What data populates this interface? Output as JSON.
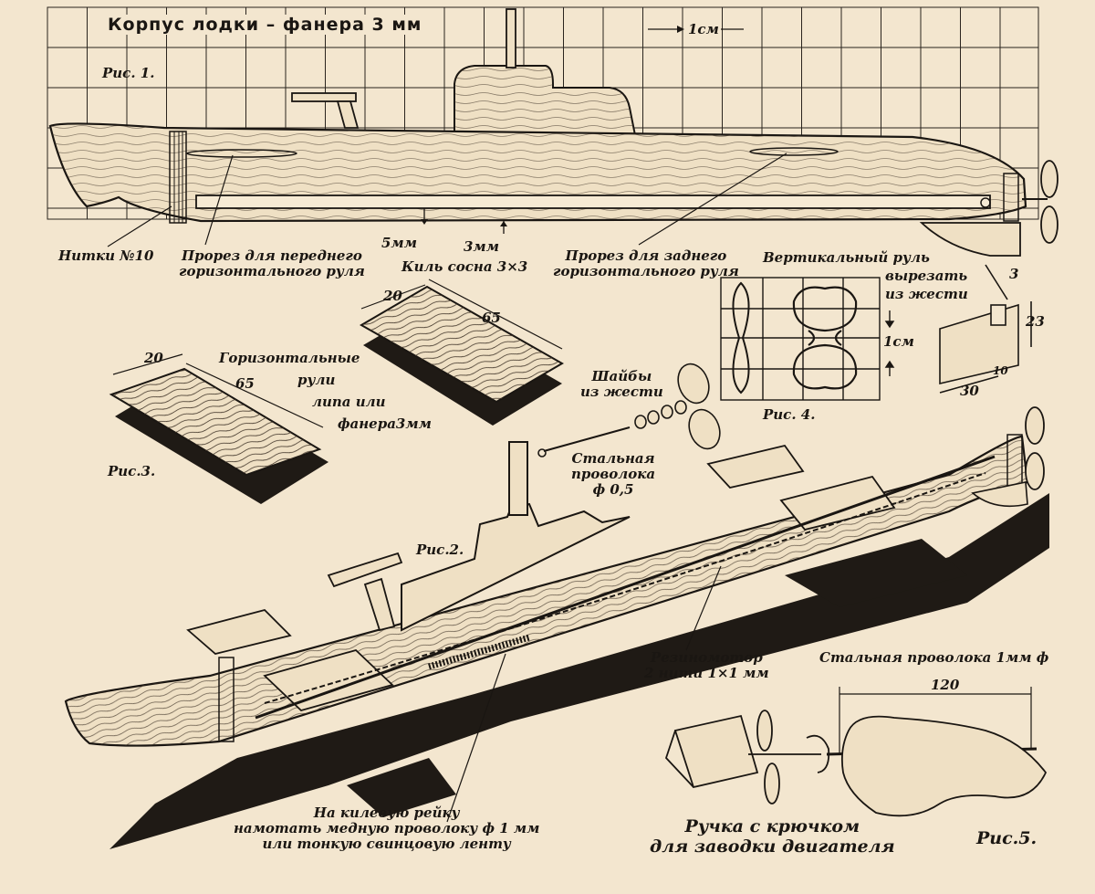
{
  "title": "Корпус лодки – фанера 3 мм",
  "figures": {
    "fig1": "Рис. 1.",
    "fig2": "Рис.2.",
    "fig3": "Рис.3.",
    "fig4": "Рис. 4.",
    "fig5": "Рис.5."
  },
  "dimensions": {
    "grid_cell": "1см",
    "fig4_cell": "1см",
    "keel_gap": "5мм",
    "keel_size": "3мм",
    "rudder_3": "3",
    "rudder_23": "23",
    "rudder_10": "10",
    "rudder_30": "30",
    "plank_left_w": "20",
    "plank_left_l": "65",
    "plank_right_w": "20",
    "plank_right_l": "65",
    "handle_len": "120"
  },
  "labels": {
    "threads": "Нитки №10",
    "front_slot_1": "Прорез для переднего",
    "front_slot_2": "горизонтального руля",
    "keel": "Киль сосна 3×3",
    "rear_slot_1": "Прорез для заднего",
    "rear_slot_2": "горизонтального руля",
    "rudder_1": "Вертикальный руль",
    "rudder_2": "вырезать",
    "rudder_3": "из жести",
    "hrudders_1": "Горизонтальные",
    "hrudders_2": "рули",
    "hrudders_3": "липа или",
    "hrudders_4": "фанера3мм",
    "washers_1": "Шайбы",
    "washers_2": "из жести",
    "wire_1": "Стальная",
    "wire_2": "проволока",
    "wire_3": "ф 0,5",
    "motor_1": "Резиномотор",
    "motor_2": "2 нити 1×1 мм",
    "steel_1mm": "Стальная проволока 1мм ф",
    "keel_wire_1": "На килевую рейку",
    "keel_wire_2": "намотать медную проволоку ф 1 мм",
    "keel_wire_3": "или тонкую свинцовую ленту",
    "handle_1": "Ручка с крючком",
    "handle_2": "для заводки двигателя"
  }
}
